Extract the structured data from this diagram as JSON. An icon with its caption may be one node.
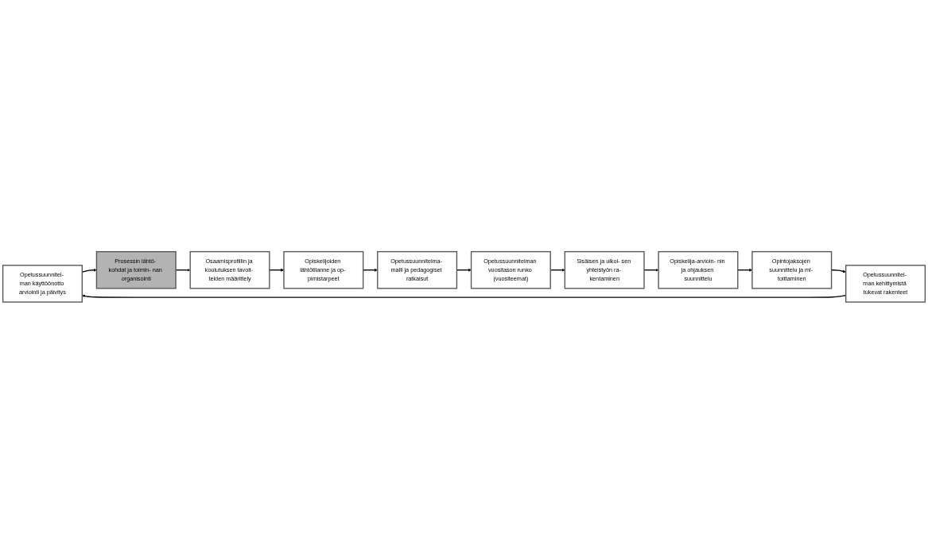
{
  "diagram": {
    "nodes": [
      {
        "text": [
          "Opetussuunnitel- man käyttöönotto arviointi ja päivitys"
        ]
      },
      {
        "text": [
          "Prosessin lähtö- kohdat ja toimin- nan organisointi"
        ]
      },
      {
        "text": [
          "Osaamisprofiilin ja koulutuksen tavoit- teiden määrittely"
        ]
      },
      {
        "text": [
          "Opetussuunnitel- man kehittymistä tukevat rakenteet"
        ]
      },
      {
        "text": [
          "Opiskelijoiden lähtötilanne ja op- pimistarpeet"
        ]
      },
      {
        "text": [
          "Opintojaksojen suunnittelu ja mi- toittaminen"
        ]
      },
      {
        "text": [
          "Opetussuunnitelma- malli ja pedagogiset ratkaisut"
        ]
      },
      {
        "text": [
          "Opiskelija-arvioin- nin ja ohjauksen suunnittelu"
        ]
      },
      {
        "text": [
          "Sisäisen ja ulkoi- sen yhteistyön ra- kentaminen"
        ]
      },
      {
        "text": [
          "Opetussuunnitelman vuositason runko (vuositeemat)"
        ]
      }
    ],
    "edges": [
      {
        "from": 0,
        "to": 1,
        "arrow": "to"
      },
      {
        "from": 1,
        "to": 2,
        "arrow": "to"
      },
      {
        "from": 2,
        "to": 4,
        "arrow": "to"
      },
      {
        "from": 4,
        "to": 6,
        "arrow": "to"
      },
      {
        "from": 6,
        "to": 9,
        "arrow": "to"
      },
      {
        "from": 9,
        "to": 8,
        "arrow": "to"
      },
      {
        "from": 8,
        "to": 7,
        "arrow": "to"
      },
      {
        "from": 7,
        "to": 5,
        "arrow": "to"
      },
      {
        "from": 5,
        "to": 3,
        "arrow": "to"
      },
      {
        "from": 3,
        "to": 0,
        "arrow": "to"
      }
    ]
  }
}
